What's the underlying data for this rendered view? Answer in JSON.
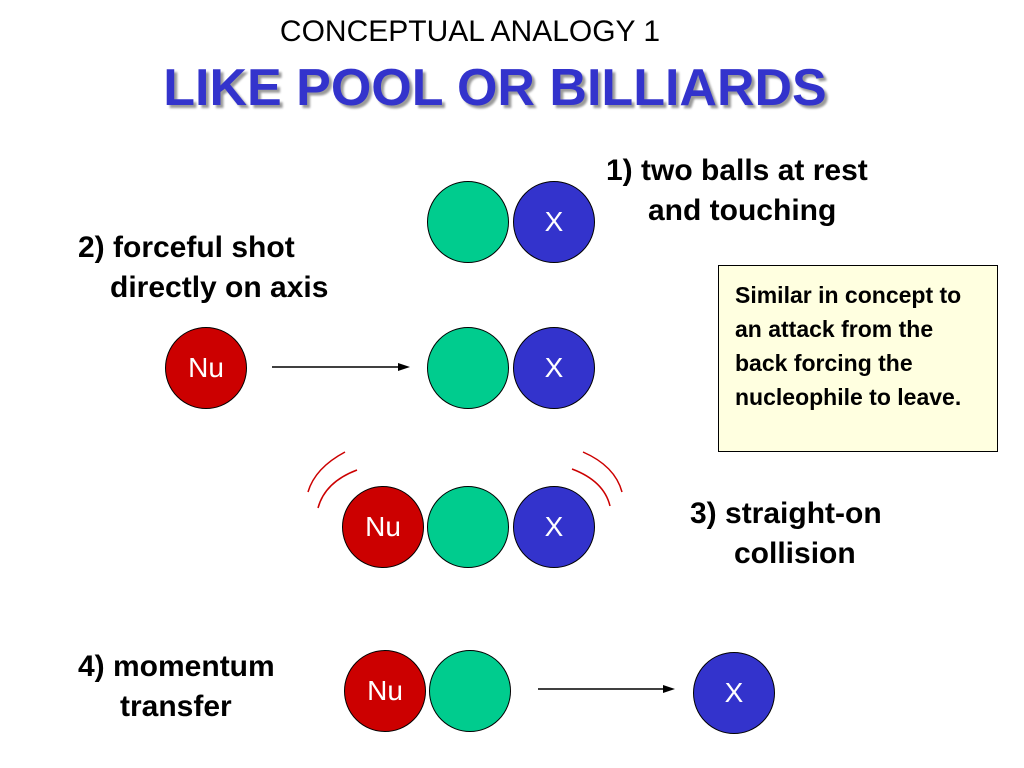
{
  "header": {
    "subtitle": "CONCEPTUAL ANALOGY 1",
    "title": "LIKE POOL OR BILLIARDS"
  },
  "steps": {
    "step1": {
      "line1": "1) two balls at rest",
      "line2": "and touching"
    },
    "step2": {
      "line1": "2) forceful shot",
      "line2": "directly on axis"
    },
    "step3": {
      "line1": "3) straight-on",
      "line2": "collision"
    },
    "step4": {
      "line1": "4) momentum",
      "line2": "transfer"
    }
  },
  "note": {
    "text": "Similar in concept to an attack from the back forcing the nucleophile to leave."
  },
  "balls": {
    "nucleophile_label": "Nu",
    "leaving_group_label": "X"
  },
  "colors": {
    "title": "#3333cc",
    "green_ball": "#00cc8e",
    "blue_ball": "#3333cc",
    "red_ball": "#cc0000",
    "note_background": "#ffffe0",
    "impact_lines": "#cc0000"
  }
}
